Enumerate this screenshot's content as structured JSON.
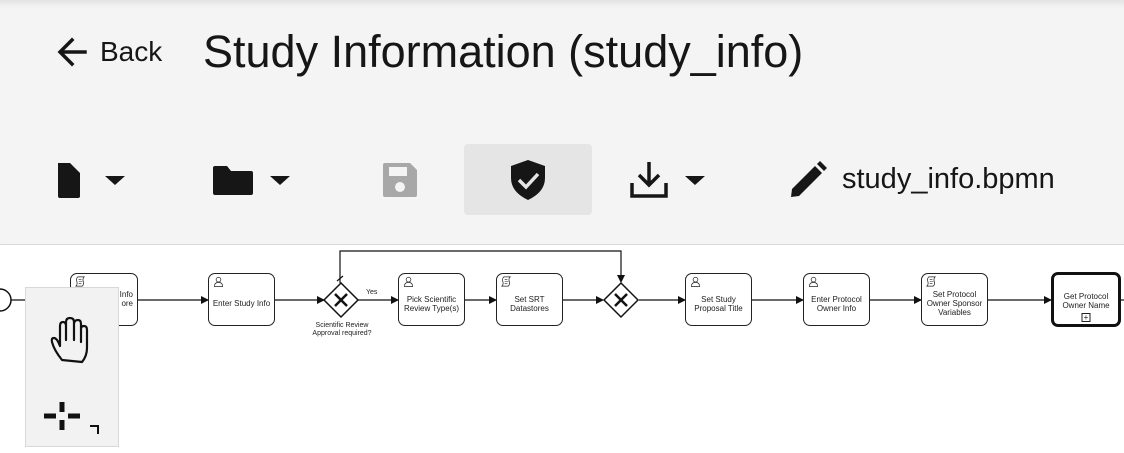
{
  "header": {
    "back_label": "Back",
    "title": "Study Information (study_info)",
    "file_name": "study_info.bpmn"
  },
  "toolbar": {
    "items": [
      {
        "icon": "file-icon",
        "has_dropdown": true
      },
      {
        "icon": "folder-icon",
        "has_dropdown": true
      },
      {
        "icon": "save-icon",
        "disabled": true
      },
      {
        "icon": "shield-check-icon",
        "active": true
      },
      {
        "icon": "download-icon",
        "has_dropdown": true
      },
      {
        "icon": "pencil-icon"
      }
    ]
  },
  "diagram": {
    "tasks": [
      {
        "label": "Info\nore",
        "type": "script"
      },
      {
        "label": "Enter Study Info",
        "type": "user"
      },
      {
        "label": "Pick Scientific Review Type(s)",
        "type": "user"
      },
      {
        "label": "Set SRT Datastores",
        "type": "script"
      },
      {
        "label": "Set Study Proposal Title",
        "type": "user"
      },
      {
        "label": "Enter Protocol Owner Info",
        "type": "user"
      },
      {
        "label": "Set Protocol Owner Sponsor Variables",
        "type": "script"
      },
      {
        "label": "Get Protocol Owner Name",
        "type": "subprocess"
      }
    ],
    "gateway_label": "Scientific Review Approval required?",
    "flow_label_yes": "Yes"
  },
  "palette": {
    "tools": [
      "hand-tool-icon",
      "lasso-tool-icon"
    ]
  },
  "colors": {
    "header_bg": "#f4f4f4",
    "active_button_bg": "#e5e5e5",
    "icon_dark": "#161616",
    "icon_disabled": "#a8a8a8"
  }
}
